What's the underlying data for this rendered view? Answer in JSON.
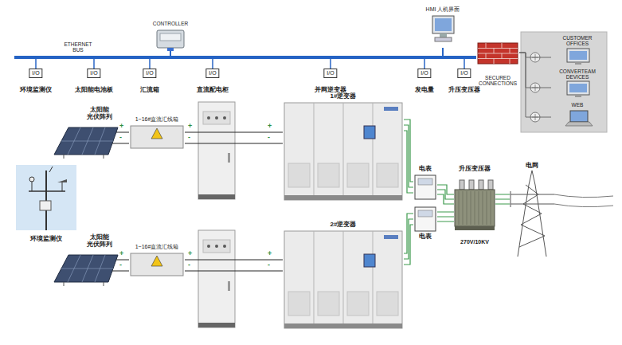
{
  "diagram": {
    "nodes": [
      {
        "text": [
          "CONTROLLER"
        ]
      },
      {
        "text": [
          "HMI 人机界面"
        ]
      },
      {
        "text": [
          "ETHERNET BUS"
        ]
      },
      {
        "text": [
          "I/O",
          "环境监测仪"
        ]
      },
      {
        "text": [
          "I/O",
          "太阳能电池板"
        ]
      },
      {
        "text": [
          "I/O",
          "汇流箱"
        ]
      },
      {
        "text": [
          "I/O",
          "直流配电柜"
        ]
      },
      {
        "text": [
          "I/O",
          "并网逆变器"
        ]
      },
      {
        "text": [
          "I/O",
          "发电量"
        ]
      },
      {
        "text": [
          "I/O",
          "升压变压器"
        ]
      },
      {
        "text": [
          "SECURED CONNECTIONS"
        ]
      },
      {
        "text": [
          "CUSTOMER OFFICES"
        ]
      },
      {
        "text": [
          "CONVERTEAM DEVICES"
        ]
      },
      {
        "text": [
          "WEB"
        ]
      },
      {
        "text": [
          "太阳能 光伏阵列"
        ]
      },
      {
        "text": [
          "1~16#直流汇线箱"
        ]
      },
      {
        "text": [
          "1#逆变器"
        ]
      },
      {
        "text": [
          "电表"
        ]
      },
      {
        "text": [
          "升压变压器",
          "270V/10KV"
        ]
      },
      {
        "text": [
          "电网"
        ]
      },
      {
        "text": [
          "环境监测仪"
        ]
      },
      {
        "text": [
          "电表"
        ]
      },
      {
        "text": [
          "太阳能 光伏阵列"
        ]
      },
      {
        "text": [
          "1~16#直流汇线箱"
        ]
      },
      {
        "text": [
          "2#逆变器"
        ]
      }
    ],
    "edges": [
      {
        "from": 0,
        "to": 2,
        "arrow": "none"
      },
      {
        "from": 1,
        "to": 2,
        "arrow": "none"
      },
      {
        "from": 3,
        "to": 2,
        "arrow": "none"
      },
      {
        "from": 4,
        "to": 2,
        "arrow": "none"
      },
      {
        "from": 5,
        "to": 2,
        "arrow": "none"
      },
      {
        "from": 6,
        "to": 2,
        "arrow": "none"
      },
      {
        "from": 7,
        "to": 2,
        "arrow": "none"
      },
      {
        "from": 8,
        "to": 2,
        "arrow": "none"
      },
      {
        "from": 9,
        "to": 2,
        "arrow": "none"
      },
      {
        "from": 2,
        "to": 10,
        "arrow": "none"
      },
      {
        "from": 10,
        "to": 11,
        "arrow": "none"
      },
      {
        "from": 10,
        "to": 12,
        "arrow": "none"
      },
      {
        "from": 10,
        "to": 13,
        "arrow": "none"
      },
      {
        "from": 14,
        "to": 15,
        "arrow": "none"
      },
      {
        "from": 15,
        "to": 16,
        "arrow": "none"
      },
      {
        "from": 16,
        "to": 17,
        "arrow": "none"
      },
      {
        "from": 17,
        "to": 18,
        "arrow": "none"
      },
      {
        "from": 18,
        "to": 19,
        "arrow": "none"
      },
      {
        "from": 22,
        "to": 23,
        "arrow": "none"
      },
      {
        "from": 23,
        "to": 24,
        "arrow": "none"
      },
      {
        "from": 24,
        "to": 21,
        "arrow": "none"
      },
      {
        "from": 21,
        "to": 18,
        "arrow": "none"
      }
    ],
    "labels": [
      "+",
      "-",
      "+",
      "-",
      "+",
      "-",
      "+",
      "-",
      "+",
      "-",
      "+",
      "-"
    ]
  }
}
